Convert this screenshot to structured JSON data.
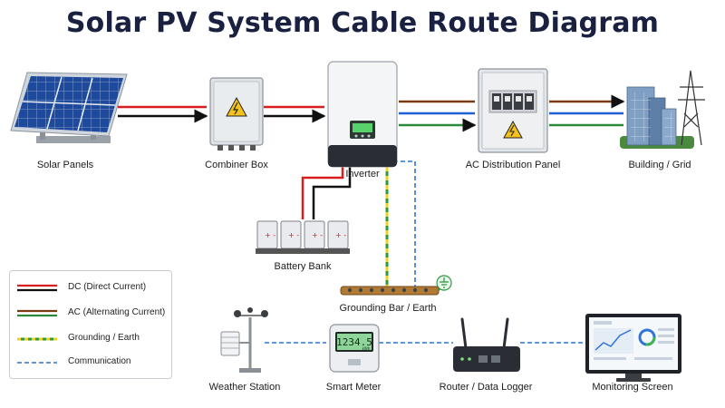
{
  "title": "Solar PV System Cable Route Diagram",
  "components": {
    "solar_panels": "Solar Panels",
    "combiner_box": "Combiner Box",
    "inverter": "Inverter",
    "ac_panel": "AC Distribution Panel",
    "building_grid": "Building / Grid",
    "battery_bank": "Battery Bank",
    "grounding_bar": "Grounding Bar / Earth",
    "weather_station": "Weather Station",
    "smart_meter": "Smart Meter",
    "router": "Router / Data Logger",
    "monitoring_screen": "Monitoring Screen"
  },
  "meter_reading": "1234.5",
  "meter_unit": "kWh",
  "legend": [
    {
      "label": "DC (Direct Current)",
      "style": "dc"
    },
    {
      "label": "AC (Alternating Current)",
      "style": "ac"
    },
    {
      "label": "Grounding / Earth",
      "style": "ground"
    },
    {
      "label": "Communication",
      "style": "comm"
    }
  ],
  "colors": {
    "dc_positive": "#d81e1e",
    "dc_negative": "#111111",
    "ac_brown": "#7a3b10",
    "ac_blue": "#1f5fd1",
    "ac_green": "#2a8a3a",
    "ground_green": "#2e9a3e",
    "ground_yellow": "#f0d21c",
    "comm_blue": "#2f74d6",
    "title_navy": "#1a2140"
  },
  "icons": [
    "warning-icon",
    "earth-symbol-icon",
    "wind-vane-icon",
    "antenna-icon",
    "chart-icon"
  ]
}
